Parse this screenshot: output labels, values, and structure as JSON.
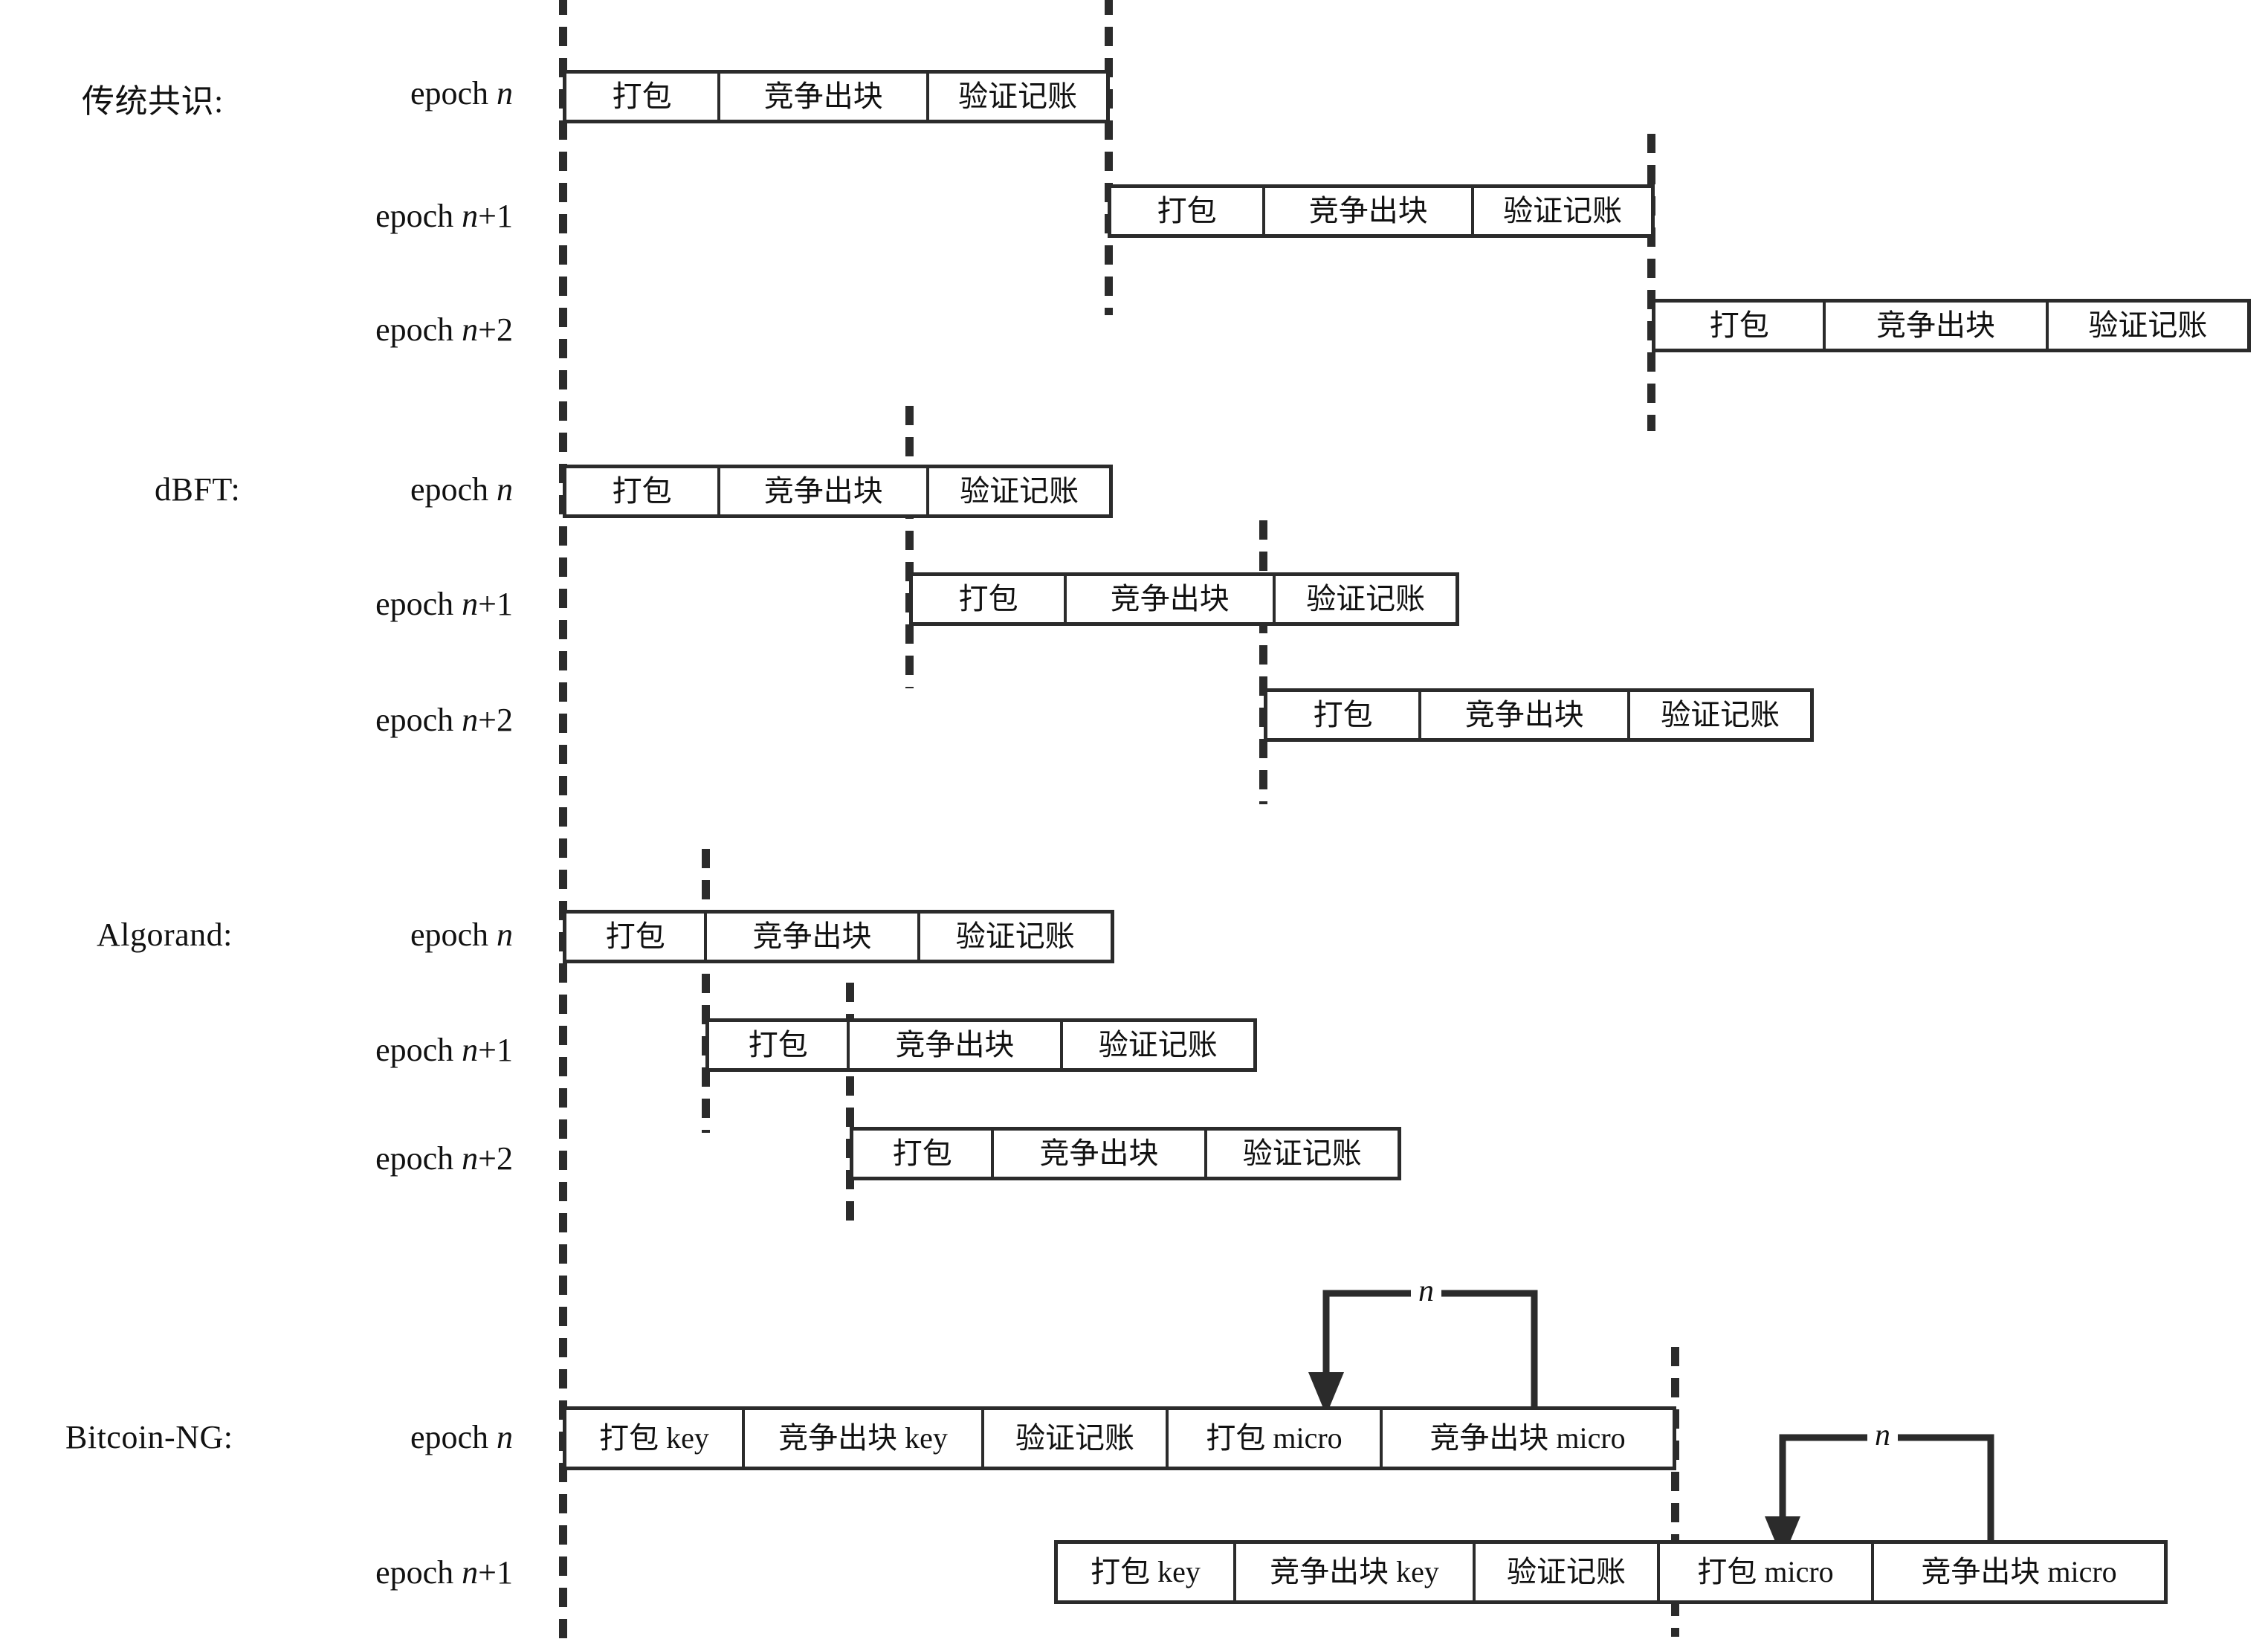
{
  "figure": {
    "title": "Comparison of epoch pipelines across consensus protocols",
    "phases": {
      "pack": "打包",
      "compete": "竞争出块",
      "verify": "验证记账",
      "pack_key": "打包 key",
      "compete_key": "竞争出块 key",
      "pack_micro": "打包 micro",
      "compete_micro": "竞争出块 micro"
    },
    "loop_label": "n",
    "colors": {
      "ink": "#2b2b2b",
      "background": "#ffffff",
      "box_fill": "#ffffff"
    }
  },
  "groups": [
    {
      "name": "traditional",
      "protocol_label": "传统共识:",
      "rows": [
        {
          "epoch_label_prefix": "epoch ",
          "epoch_label_var": "n",
          "epoch_label_suffix": "",
          "cells": [
            "打包",
            "竞争出块",
            "验证记账"
          ]
        },
        {
          "epoch_label_prefix": "epoch ",
          "epoch_label_var": "n",
          "epoch_label_suffix": "+1",
          "cells": [
            "打包",
            "竞争出块",
            "验证记账"
          ]
        },
        {
          "epoch_label_prefix": "epoch ",
          "epoch_label_var": "n",
          "epoch_label_suffix": "+2",
          "cells": [
            "打包",
            "竞争出块",
            "验证记账"
          ]
        }
      ]
    },
    {
      "name": "dbft",
      "protocol_label": "dBFT:",
      "rows": [
        {
          "epoch_label_prefix": "epoch ",
          "epoch_label_var": "n",
          "epoch_label_suffix": "",
          "cells": [
            "打包",
            "竞争出块",
            "验证记账"
          ]
        },
        {
          "epoch_label_prefix": "epoch ",
          "epoch_label_var": "n",
          "epoch_label_suffix": "+1",
          "cells": [
            "打包",
            "竞争出块",
            "验证记账"
          ]
        },
        {
          "epoch_label_prefix": "epoch ",
          "epoch_label_var": "n",
          "epoch_label_suffix": "+2",
          "cells": [
            "打包",
            "竞争出块",
            "验证记账"
          ]
        }
      ]
    },
    {
      "name": "algorand",
      "protocol_label": "Algorand:",
      "rows": [
        {
          "epoch_label_prefix": "epoch ",
          "epoch_label_var": "n",
          "epoch_label_suffix": "",
          "cells": [
            "打包",
            "竞争出块",
            "验证记账"
          ]
        },
        {
          "epoch_label_prefix": "epoch ",
          "epoch_label_var": "n",
          "epoch_label_suffix": "+1",
          "cells": [
            "打包",
            "竞争出块",
            "验证记账"
          ]
        },
        {
          "epoch_label_prefix": "epoch ",
          "epoch_label_var": "n",
          "epoch_label_suffix": "+2",
          "cells": [
            "打包",
            "竞争出块",
            "验证记账"
          ]
        }
      ]
    },
    {
      "name": "bitcoin-ng",
      "protocol_label": "Bitcoin-NG:",
      "rows": [
        {
          "epoch_label_prefix": "epoch ",
          "epoch_label_var": "n",
          "epoch_label_suffix": "",
          "cells": [
            "打包 key",
            "竞争出块 key",
            "验证记账",
            "打包 micro",
            "竞争出块 micro"
          ],
          "loop_label": "n"
        },
        {
          "epoch_label_prefix": "epoch ",
          "epoch_label_var": "n",
          "epoch_label_suffix": "+1",
          "cells": [
            "打包 key",
            "竞争出块 key",
            "验证记账",
            "打包 micro",
            "竞争出块 micro"
          ],
          "loop_label": "n"
        }
      ]
    }
  ]
}
